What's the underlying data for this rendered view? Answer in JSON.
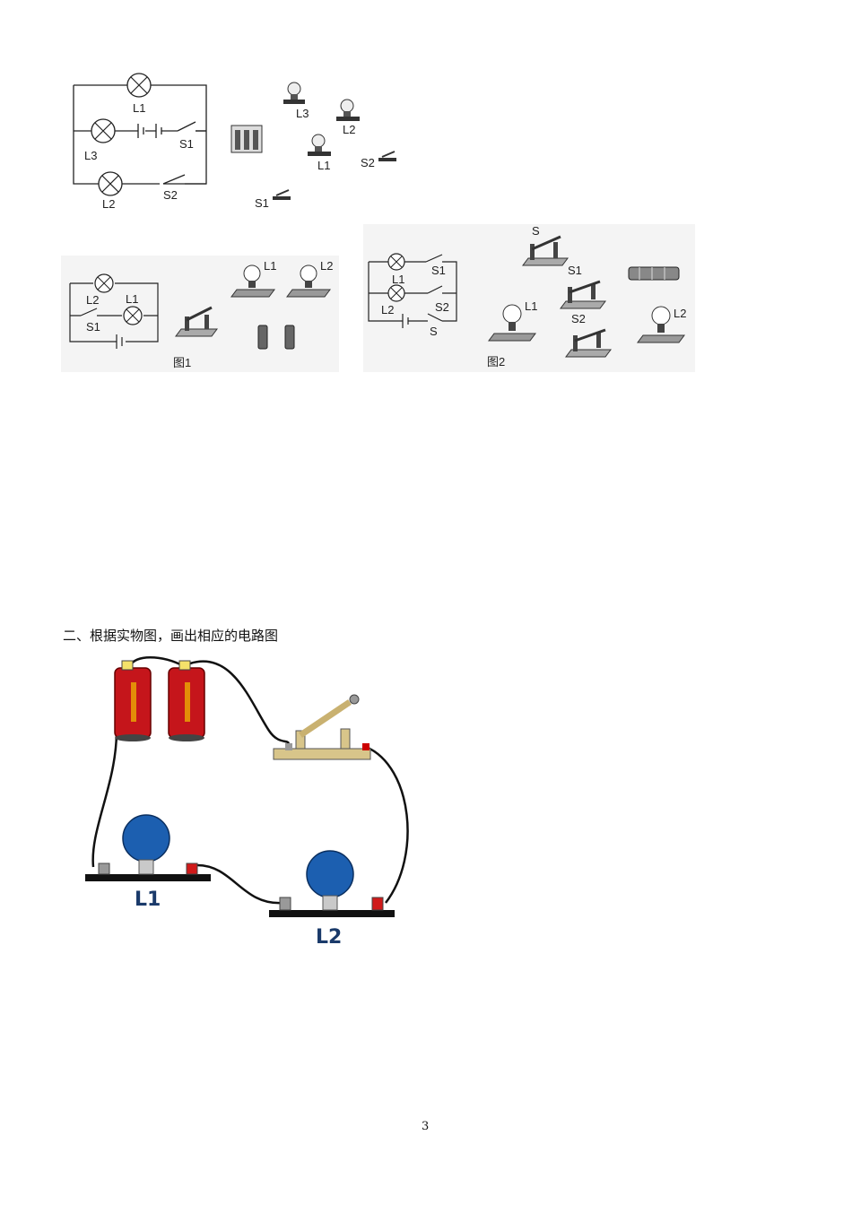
{
  "diagram_top": {
    "labels": [
      "L1",
      "L3",
      "S1",
      "L2",
      "S2"
    ],
    "parts": [
      "L3",
      "L2",
      "L1",
      "S2",
      "S1"
    ]
  },
  "fig1": {
    "caption": "图1",
    "labels": [
      "L2",
      "L1",
      "S1"
    ],
    "parts": [
      "L1",
      "L2"
    ]
  },
  "fig2": {
    "caption": "图2",
    "labels": [
      "L1",
      "S1",
      "L2",
      "S2",
      "S"
    ],
    "parts": [
      "S",
      "S1",
      "L1",
      "S2",
      "L2"
    ]
  },
  "section2": {
    "heading": "二、根据实物图，画出相应的电路图",
    "bulb_labels": [
      "L1",
      "L2"
    ]
  },
  "page_number": "3"
}
